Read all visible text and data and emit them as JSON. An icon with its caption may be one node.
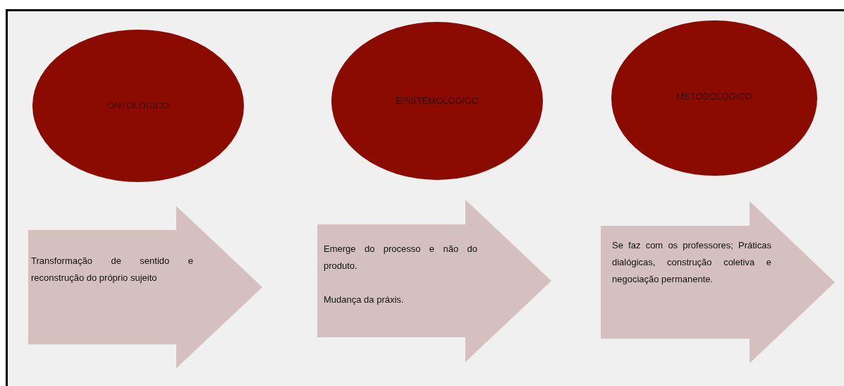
{
  "diagram": {
    "nodes": [
      {
        "text": [
          "ONTOLÓGICO"
        ]
      },
      {
        "text": [
          "EPISTEMOLÓGICO"
        ]
      },
      {
        "text": [
          "METODOLÓGICO"
        ]
      },
      {
        "text": [
          "Transformação de sentido e reconstrução do próprio sujeito"
        ]
      },
      {
        "text": [
          "Emerge do processo e não do produto.",
          "Mudança da práxis."
        ]
      },
      {
        "text": [
          "Se faz com os professores; Práticas dialógicas, construção coletiva e negociação permanente."
        ]
      }
    ]
  }
}
